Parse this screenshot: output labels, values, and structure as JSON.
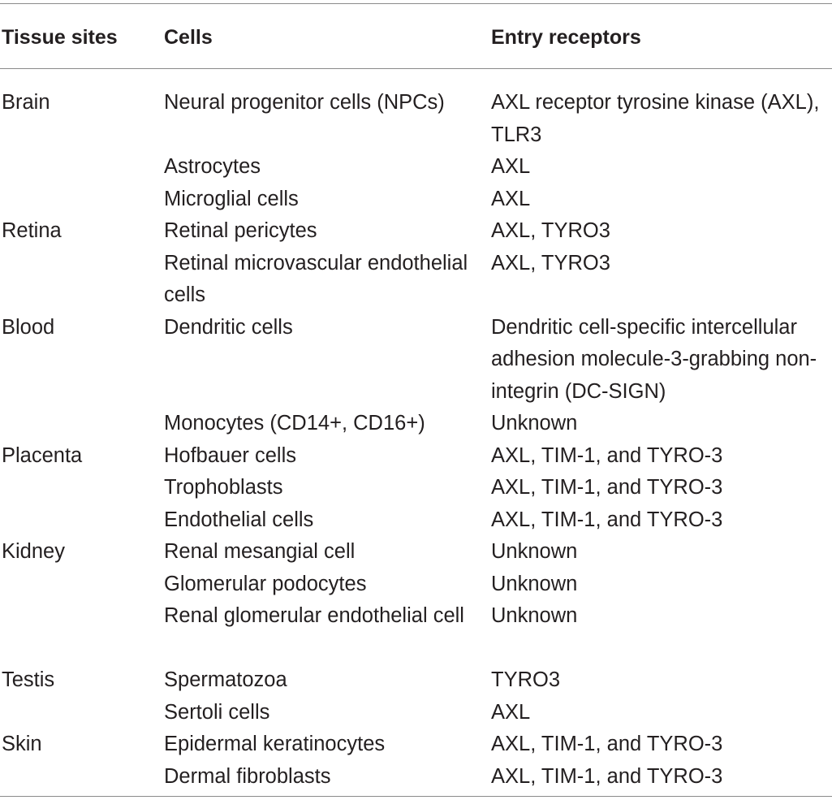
{
  "table": {
    "headers": [
      "Tissue sites",
      "Cells",
      "Entry receptors"
    ],
    "rows": [
      {
        "site": "Brain",
        "cells": "Neural progenitor cells (NPCs)",
        "receptors": "AXL receptor tyrosine kinase (AXL), TLR3",
        "lines": 2
      },
      {
        "site": "",
        "cells": "Astrocytes",
        "receptors": "AXL",
        "lines": 1
      },
      {
        "site": "",
        "cells": "Microglial cells",
        "receptors": "AXL",
        "lines": 1
      },
      {
        "site": "Retina",
        "cells": "Retinal pericytes",
        "receptors": "AXL, TYRO3",
        "lines": 1
      },
      {
        "site": "",
        "cells": "Retinal microvascular endothelial cells",
        "receptors": "AXL, TYRO3",
        "lines": 2
      },
      {
        "site": "Blood",
        "cells": "Dendritic cells",
        "receptors": "Dendritic cell-specific intercellular adhesion molecule-3-grabbing non-integrin (DC-SIGN)",
        "lines": 3
      },
      {
        "site": "",
        "cells": "Monocytes (CD14+, CD16+)",
        "receptors": "Unknown",
        "lines": 1
      },
      {
        "site": "Placenta",
        "cells": "Hofbauer cells",
        "receptors": "AXL, TIM-1, and TYRO-3",
        "lines": 1
      },
      {
        "site": "",
        "cells": "Trophoblasts",
        "receptors": "AXL, TIM-1, and TYRO-3",
        "lines": 1
      },
      {
        "site": "",
        "cells": "Endothelial cells",
        "receptors": "AXL, TIM-1, and TYRO-3",
        "lines": 1
      },
      {
        "site": "Kidney",
        "cells": "Renal mesangial cell",
        "receptors": "Unknown",
        "lines": 1
      },
      {
        "site": "",
        "cells": "Glomerular podocytes",
        "receptors": "Unknown",
        "lines": 1
      },
      {
        "site": "",
        "cells": "Renal glomerular endothelial cell",
        "receptors": "Unknown",
        "lines": 2
      },
      {
        "site": "Testis",
        "cells": "Spermatozoa",
        "receptors": "TYRO3",
        "lines": 1
      },
      {
        "site": "",
        "cells": "Sertoli cells",
        "receptors": "AXL",
        "lines": 1
      },
      {
        "site": "Skin",
        "cells": "Epidermal keratinocytes",
        "receptors": "AXL, TIM-1, and TYRO-3",
        "lines": 1
      },
      {
        "site": "",
        "cells": "Dermal fibroblasts",
        "receptors": "AXL, TIM-1, and TYRO-3",
        "lines": 1
      }
    ]
  }
}
